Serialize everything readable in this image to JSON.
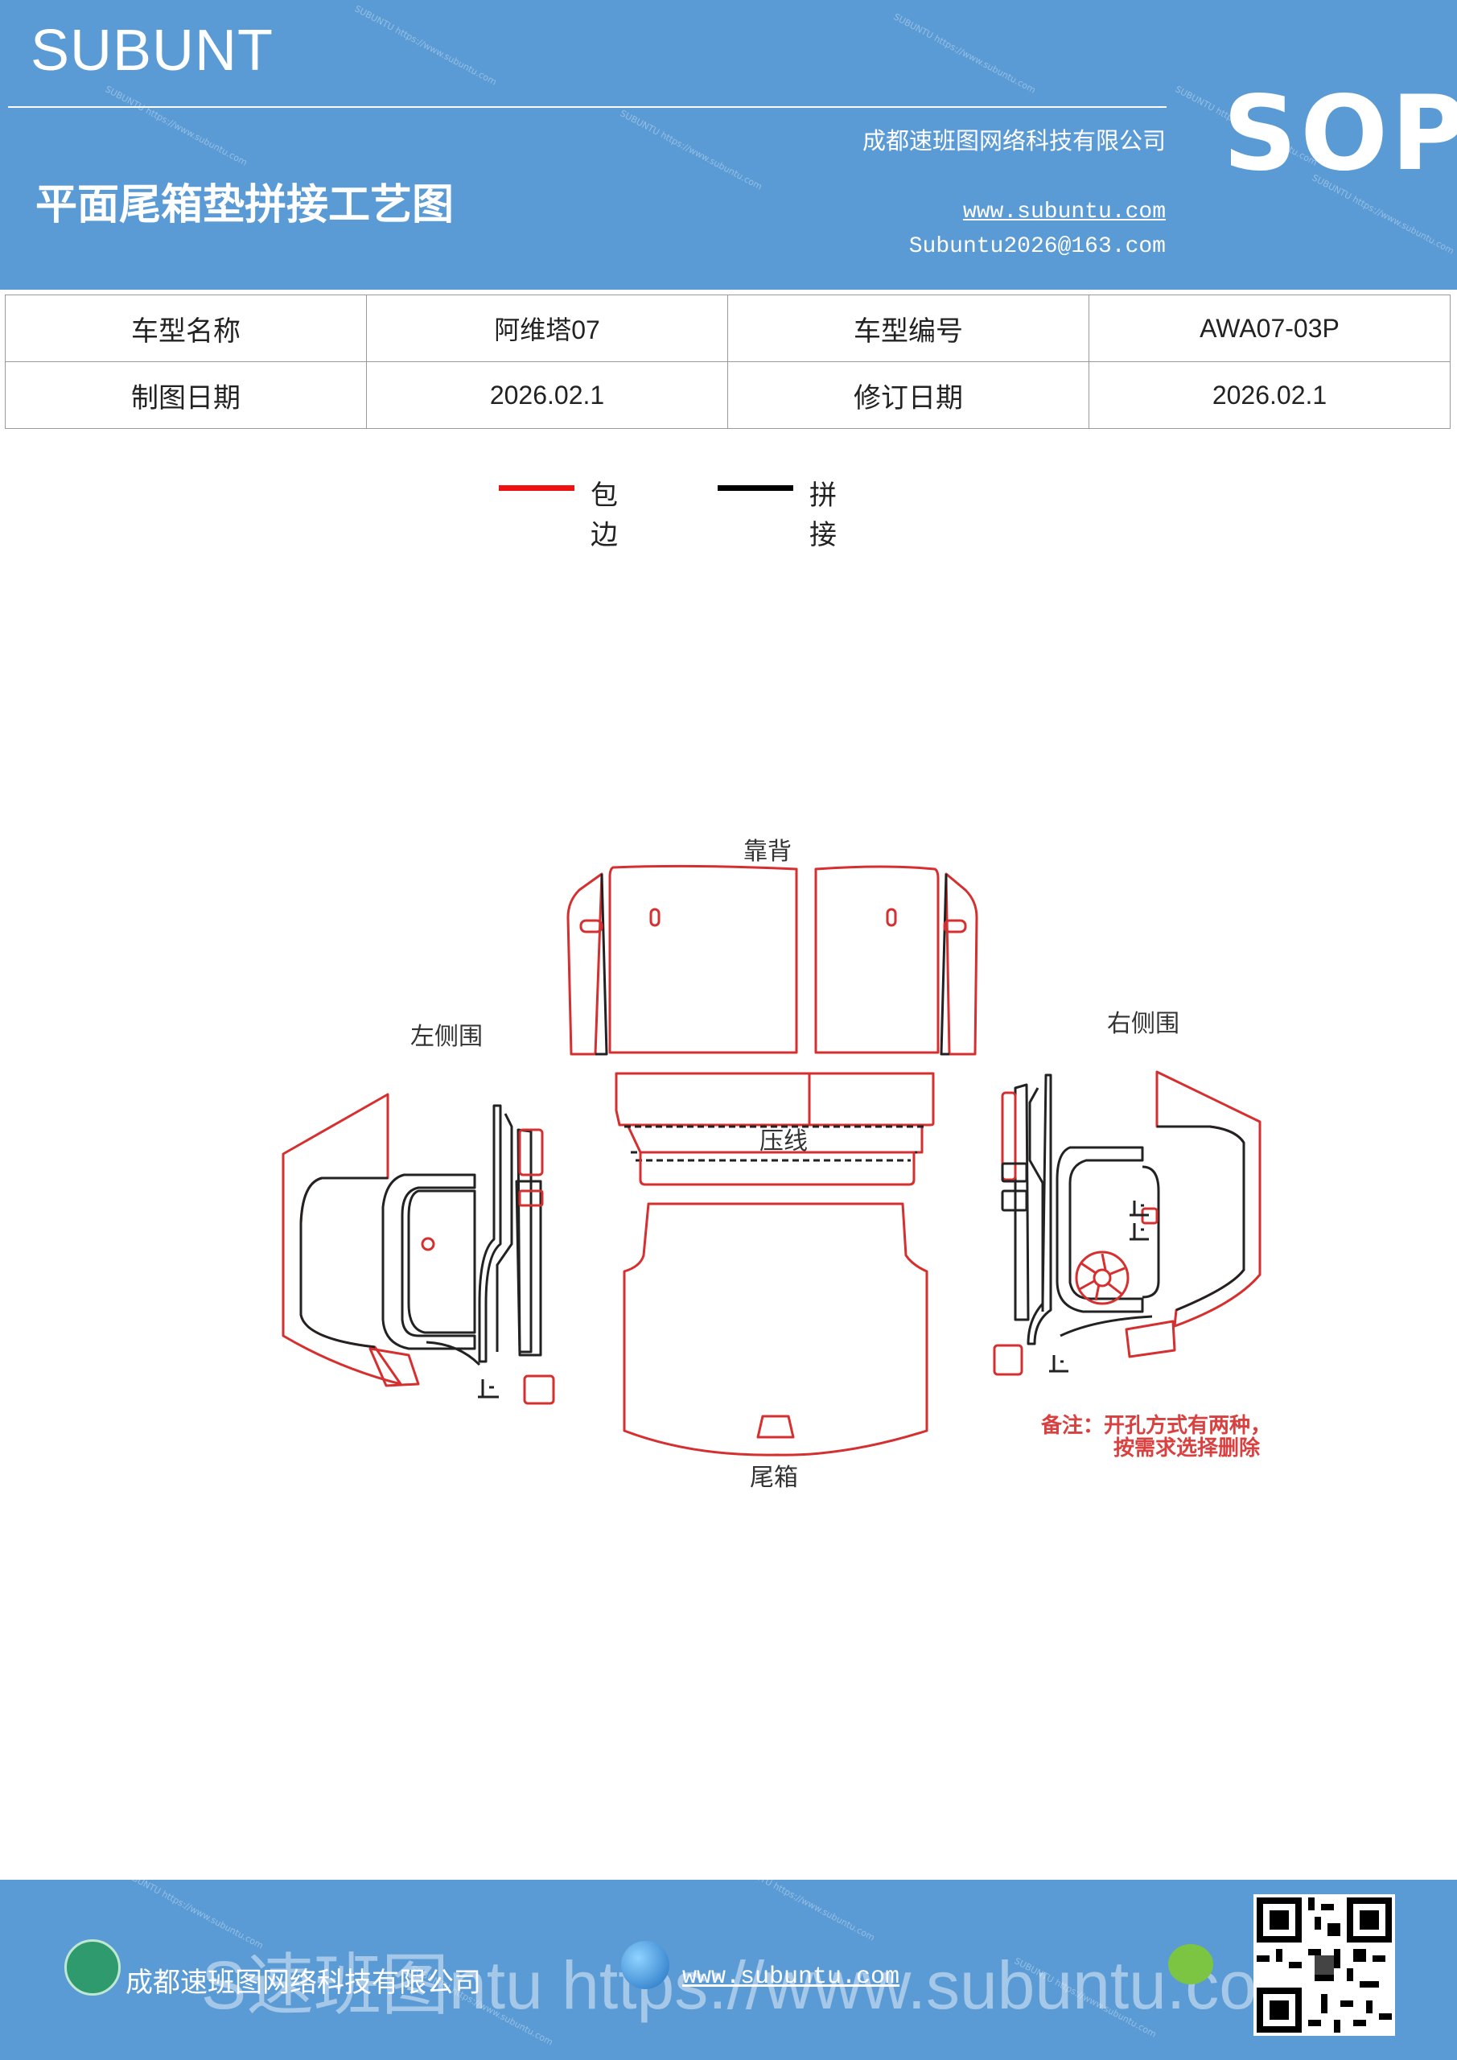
{
  "header": {
    "brand": "SUBUNT",
    "title": "平面尾箱垫拼接工艺图",
    "company": "成都速班图网络科技有限公司",
    "website": "www.subuntu.com",
    "email": "Subuntu2026@163.com",
    "badge": "SOP",
    "background_color": "#5b9bd5"
  },
  "info_table": {
    "model_name_label": "车型名称",
    "model_name_value": "阿维塔07",
    "model_code_label": "车型编号",
    "model_code_value": "AWA07-03P",
    "draw_date_label": "制图日期",
    "draw_date_value": "2026.02.1",
    "revision_date_label": "修订日期",
    "revision_date_value": "2026.02.1"
  },
  "legend": {
    "items": [
      {
        "label": "包边",
        "color": "#ee1111"
      },
      {
        "label": "拼接",
        "color": "#000000"
      }
    ]
  },
  "diagram": {
    "labels": {
      "backrest": "靠背",
      "left_side": "左侧围",
      "right_side": "右侧围",
      "crease": "压线",
      "trunk": "尾箱",
      "stop_mark": "止"
    },
    "note_line1": "备注：开孔方式有两种，",
    "note_line2": "按需求选择删除",
    "colors": {
      "edge": "#d62f2f",
      "seam": "#222222",
      "note": "#d94040"
    }
  },
  "footer": {
    "company": "成都速班图网络科技有限公司",
    "website": "www.subuntu.com",
    "overlay_text": "S速班图ntu https://www.subuntu.com",
    "icons": [
      "home-icon",
      "globe-icon",
      "wechat-icon",
      "qr-code"
    ]
  }
}
